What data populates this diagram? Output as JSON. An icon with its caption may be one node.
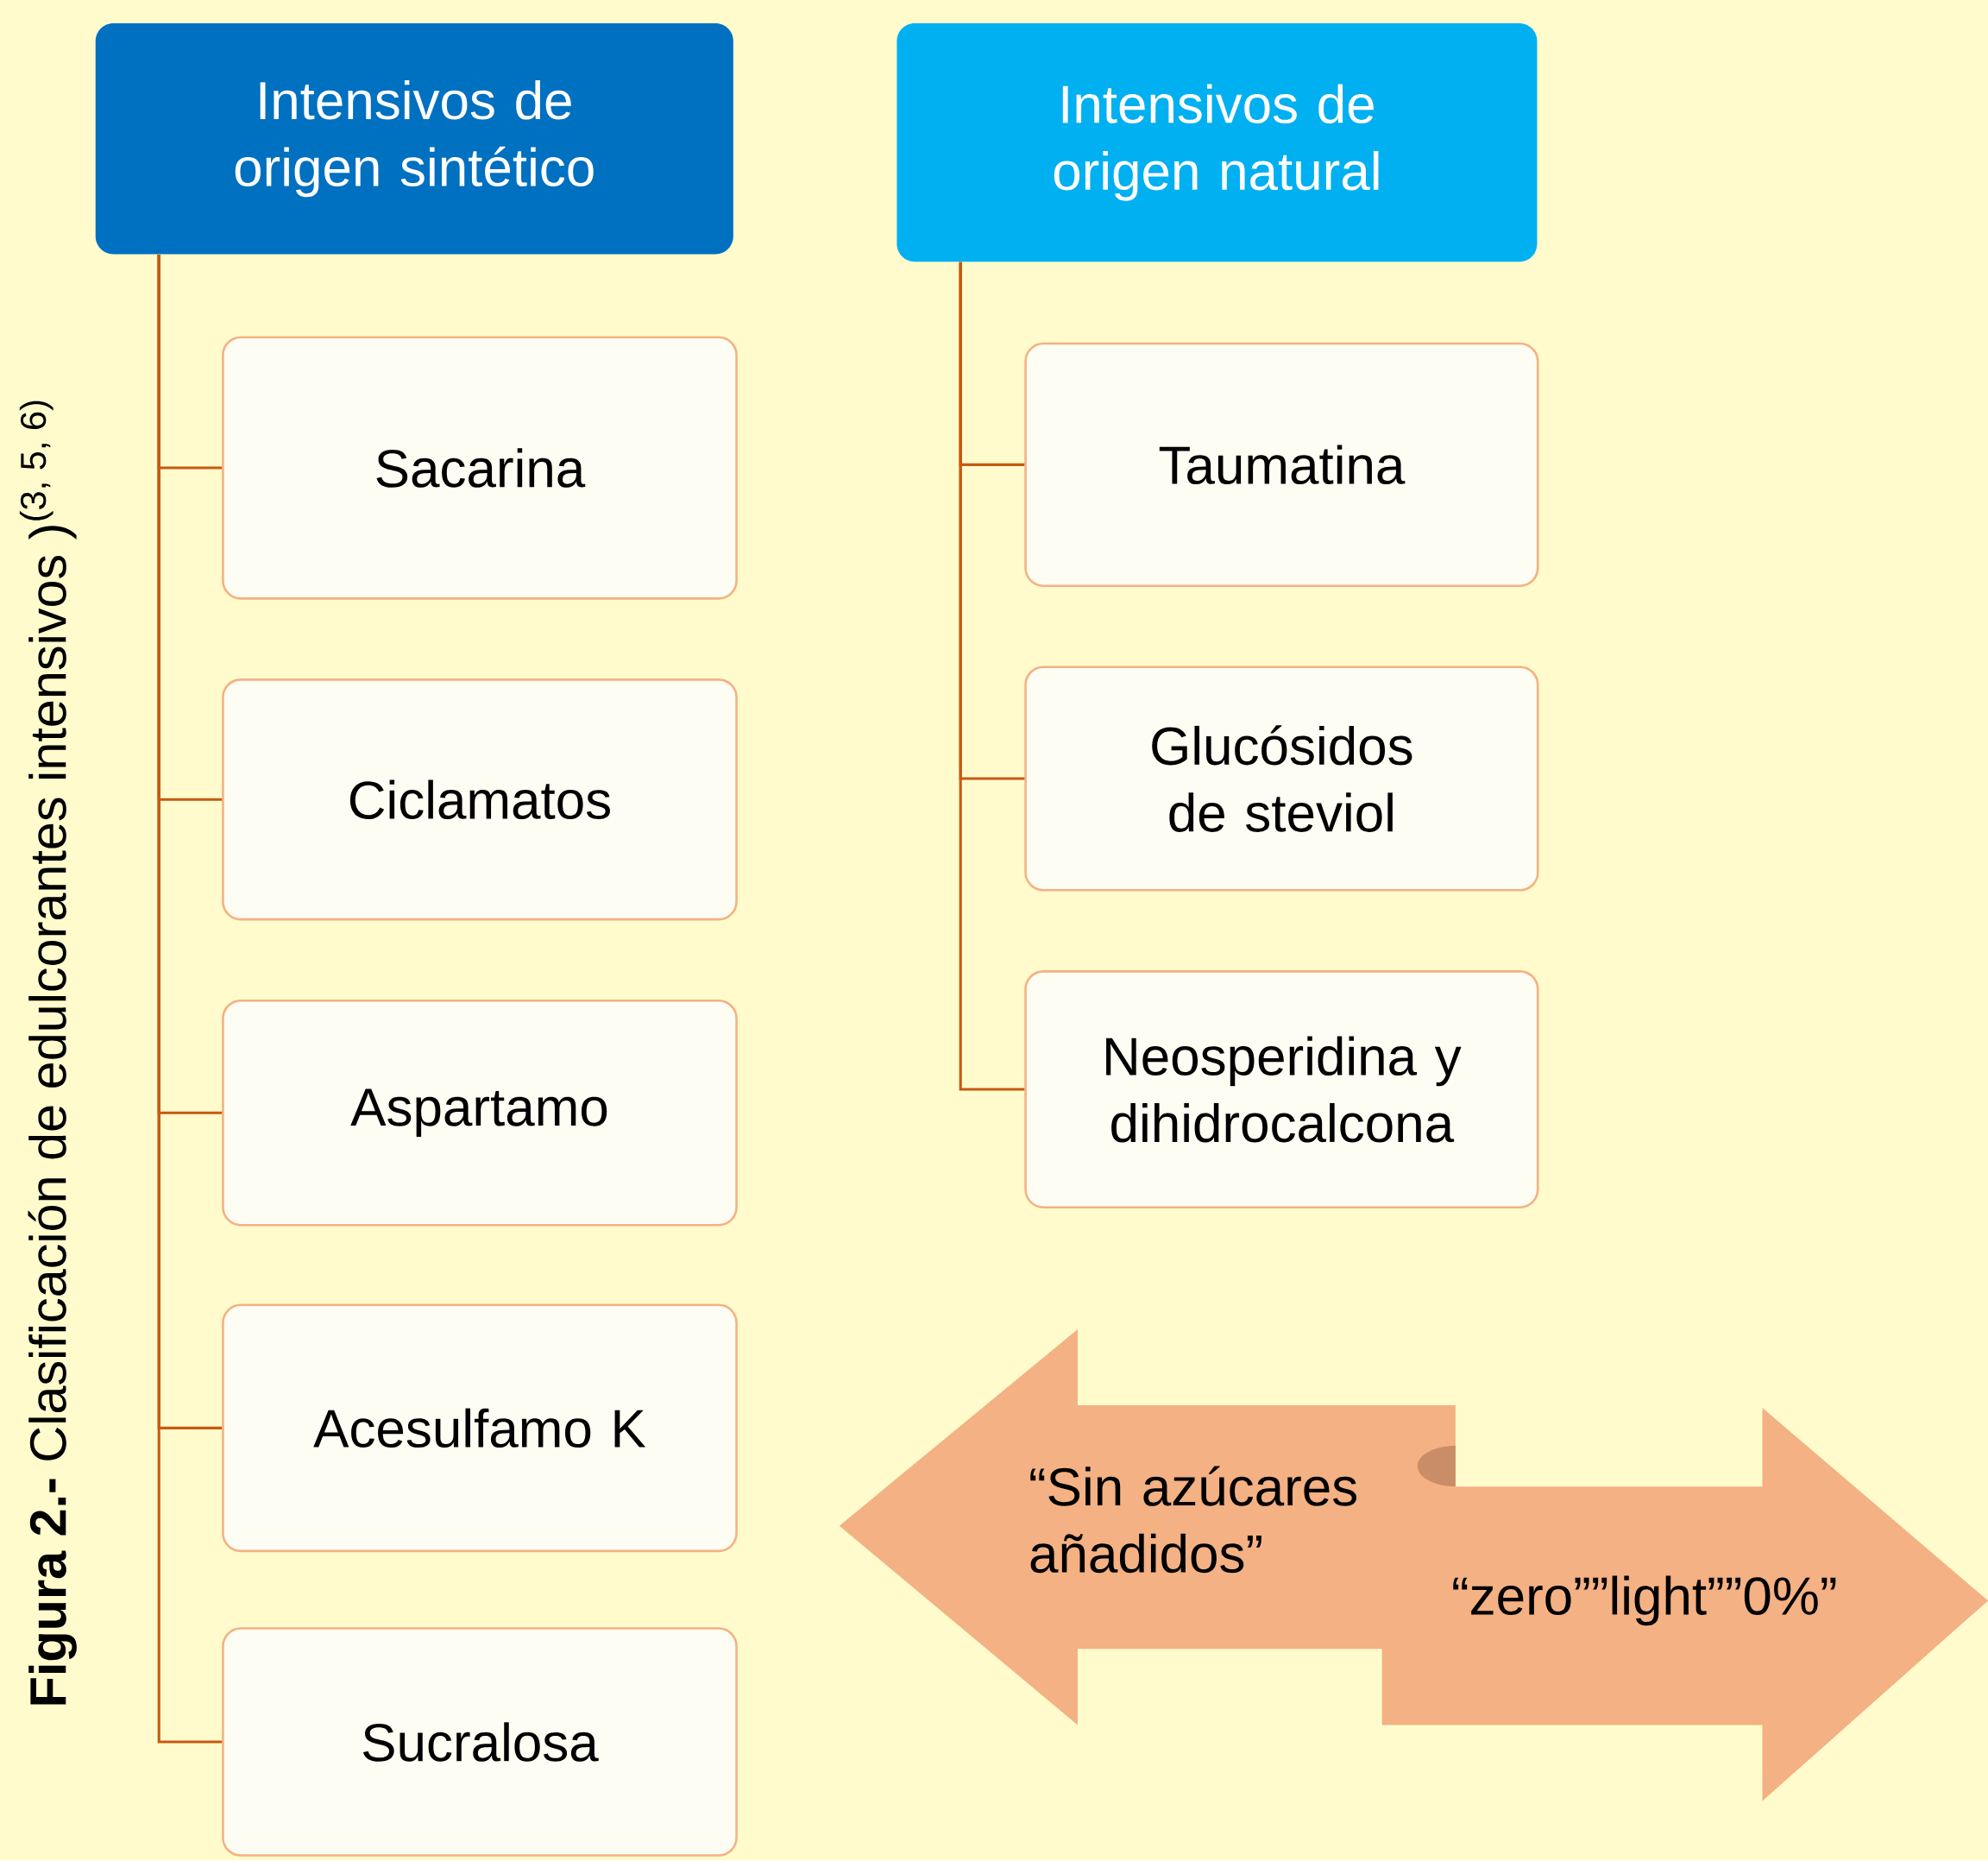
{
  "diagram": {
    "caption": "**Figura 2.-** Clasificación de edulcorantes intensivos )$^{(3, 5, 6)}$",
    "nodes": [
      {
        "text": [
          "Intensivos de origen sintético"
        ]
      },
      {
        "text": [
          "Sacarina"
        ]
      },
      {
        "text": [
          "Ciclamatos"
        ]
      },
      {
        "text": [
          "Aspartamo"
        ]
      },
      {
        "text": [
          "Acesulfamo K"
        ]
      },
      {
        "text": [
          "Sucralosa"
        ]
      },
      {
        "text": [
          "Intensivos de origen natural"
        ]
      },
      {
        "text": [
          "Taumatina"
        ]
      },
      {
        "text": [
          "Glucósidos de steviol"
        ]
      },
      {
        "text": [
          "Neosperidina y dihidrocalcona"
        ]
      },
      {
        "text": [
          "“Sin azúcares añadidos”"
        ]
      },
      {
        "text": [
          "“zero””light””0%”"
        ]
      }
    ],
    "edges": [
      {
        "from": 0,
        "to": 1,
        "arrow": "none"
      },
      {
        "from": 0,
        "to": 2,
        "arrow": "none"
      },
      {
        "from": 0,
        "to": 3,
        "arrow": "none"
      },
      {
        "from": 0,
        "to": 4,
        "arrow": "none"
      },
      {
        "from": 0,
        "to": 5,
        "arrow": "none"
      },
      {
        "from": 6,
        "to": 7,
        "arrow": "none"
      },
      {
        "from": 6,
        "to": 8,
        "arrow": "none"
      },
      {
        "from": 6,
        "to": 9,
        "arrow": "none"
      }
    ]
  }
}
